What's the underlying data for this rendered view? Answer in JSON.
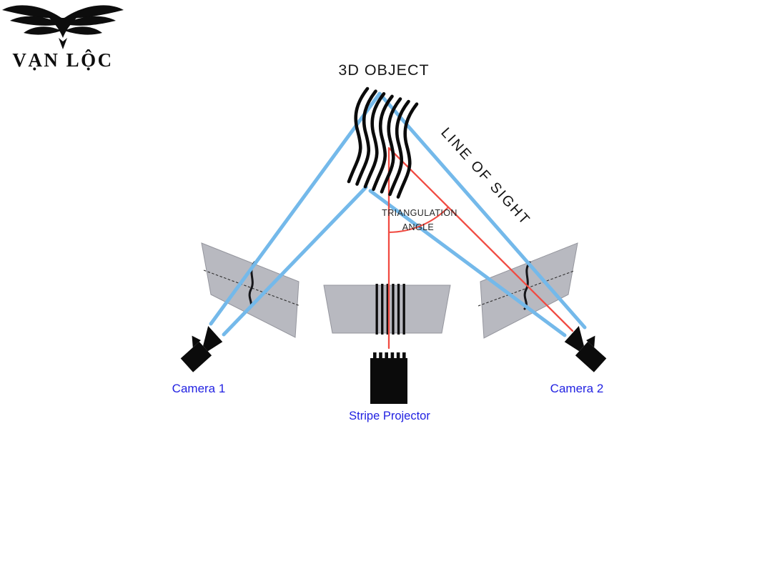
{
  "logo": {
    "brand_name": "VẠN LỘC",
    "emblem": "winged-v-falcon"
  },
  "diagram": {
    "object_title": "3D OBJECT",
    "line_of_sight_label": "LINE OF SIGHT",
    "triangulation_angle_label": {
      "line1": "TRIANGULATION",
      "line2": "ANGLE"
    },
    "labels": {
      "camera1": "Camera 1",
      "camera2": "Camera 2",
      "projector": "Stripe Projector"
    },
    "colors": {
      "sight_line_blue": "#74b9ea",
      "projection_red": "#f14b42",
      "plane_gray": "#b8b9c0",
      "plane_edge": "#94959d",
      "label_blue": "#2222e2",
      "ink_black": "#0b0b0b"
    }
  }
}
